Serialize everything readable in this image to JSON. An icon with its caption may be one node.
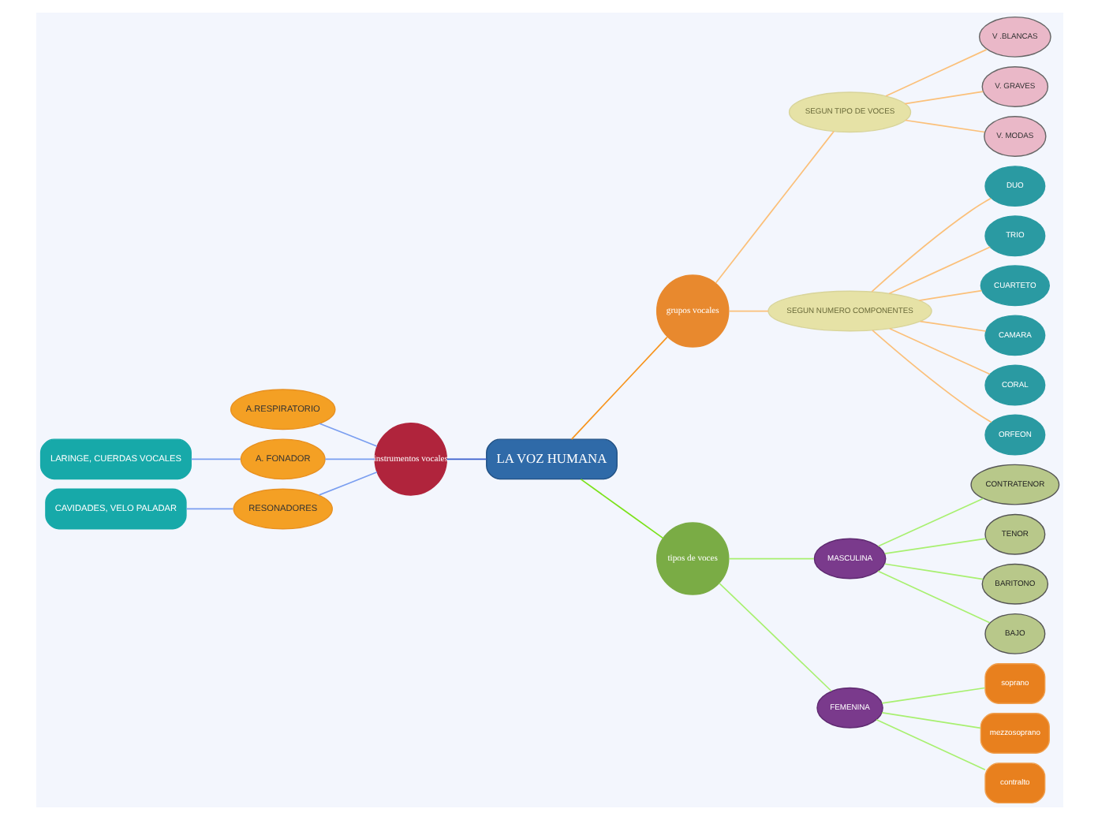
{
  "diagram": {
    "nodes": [
      {
        "text": [
          "LA VOZ HUMANA"
        ]
      },
      {
        "text": [
          "instrumentos vocales"
        ]
      },
      {
        "text": [
          "A.RESPIRATORIO"
        ]
      },
      {
        "text": [
          "A. FONADOR"
        ]
      },
      {
        "text": [
          "RESONADORES"
        ]
      },
      {
        "text": [
          "LARINGE, CUERDAS VOCALES"
        ]
      },
      {
        "text": [
          "CAVIDADES, VELO PALADAR"
        ]
      },
      {
        "text": [
          "grupos vocales"
        ]
      },
      {
        "text": [
          "SEGUN TIPO DE VOCES"
        ]
      },
      {
        "text": [
          "V .BLANCAS"
        ]
      },
      {
        "text": [
          "V. GRAVES"
        ]
      },
      {
        "text": [
          "V. MODAS"
        ]
      },
      {
        "text": [
          "SEGUN NUMERO COMPONENTES"
        ]
      },
      {
        "text": [
          "DUO"
        ]
      },
      {
        "text": [
          "TRIO"
        ]
      },
      {
        "text": [
          "CUARTETO"
        ]
      },
      {
        "text": [
          "CAMARA"
        ]
      },
      {
        "text": [
          "CORAL"
        ]
      },
      {
        "text": [
          "ORFEON"
        ]
      },
      {
        "text": [
          "tipos de voces"
        ]
      },
      {
        "text": [
          "MASCULINA"
        ]
      },
      {
        "text": [
          "CONTRATENOR"
        ]
      },
      {
        "text": [
          "TENOR"
        ]
      },
      {
        "text": [
          "BARITONO"
        ]
      },
      {
        "text": [
          "BAJO"
        ]
      },
      {
        "text": [
          "FEMENINA"
        ]
      },
      {
        "text": [
          "soprano"
        ]
      },
      {
        "text": [
          "mezzosoprano"
        ]
      },
      {
        "text": [
          "contralto"
        ]
      }
    ],
    "edges": [
      {
        "from": 0,
        "to": 1,
        "arrow": "none",
        "color": "#3a5fcd"
      },
      {
        "from": 1,
        "to": 2,
        "arrow": "none",
        "color": "#7a9ef0"
      },
      {
        "from": 1,
        "to": 3,
        "arrow": "none",
        "color": "#7a9ef0"
      },
      {
        "from": 1,
        "to": 4,
        "arrow": "none",
        "color": "#7a9ef0"
      },
      {
        "from": 3,
        "to": 5,
        "arrow": "none",
        "color": "#7a9ef0"
      },
      {
        "from": 4,
        "to": 6,
        "arrow": "none",
        "color": "#7a9ef0"
      },
      {
        "from": 0,
        "to": 7,
        "arrow": "none",
        "color": "#f7941d"
      },
      {
        "from": 7,
        "to": 8,
        "arrow": "none",
        "color": "#fbc07a"
      },
      {
        "from": 8,
        "to": 9,
        "arrow": "none",
        "color": "#fbc07a"
      },
      {
        "from": 8,
        "to": 10,
        "arrow": "none",
        "color": "#fbc07a"
      },
      {
        "from": 8,
        "to": 11,
        "arrow": "none",
        "color": "#fbc07a"
      },
      {
        "from": 7,
        "to": 12,
        "arrow": "none",
        "color": "#fbc07a"
      },
      {
        "from": 12,
        "to": 13,
        "arrow": "none",
        "color": "#fbc07a"
      },
      {
        "from": 12,
        "to": 14,
        "arrow": "none",
        "color": "#fbc07a"
      },
      {
        "from": 12,
        "to": 15,
        "arrow": "none",
        "color": "#fbc07a"
      },
      {
        "from": 12,
        "to": 16,
        "arrow": "none",
        "color": "#fbc07a"
      },
      {
        "from": 12,
        "to": 17,
        "arrow": "none",
        "color": "#fbc07a"
      },
      {
        "from": 12,
        "to": 18,
        "arrow": "none",
        "color": "#fbc07a"
      },
      {
        "from": 0,
        "to": 19,
        "arrow": "none",
        "color": "#7be21a"
      },
      {
        "from": 19,
        "to": 20,
        "arrow": "none",
        "color": "#a8f070"
      },
      {
        "from": 20,
        "to": 21,
        "arrow": "none",
        "color": "#a8f070"
      },
      {
        "from": 20,
        "to": 22,
        "arrow": "none",
        "color": "#a8f070"
      },
      {
        "from": 20,
        "to": 23,
        "arrow": "none",
        "color": "#a8f070"
      },
      {
        "from": 20,
        "to": 24,
        "arrow": "none",
        "color": "#a8f070"
      },
      {
        "from": 19,
        "to": 25,
        "arrow": "none",
        "color": "#a8f070"
      },
      {
        "from": 25,
        "to": 26,
        "arrow": "none",
        "color": "#a8f070"
      },
      {
        "from": 25,
        "to": 27,
        "arrow": "none",
        "color": "#a8f070"
      },
      {
        "from": 25,
        "to": 28,
        "arrow": "none",
        "color": "#a8f070"
      }
    ]
  }
}
